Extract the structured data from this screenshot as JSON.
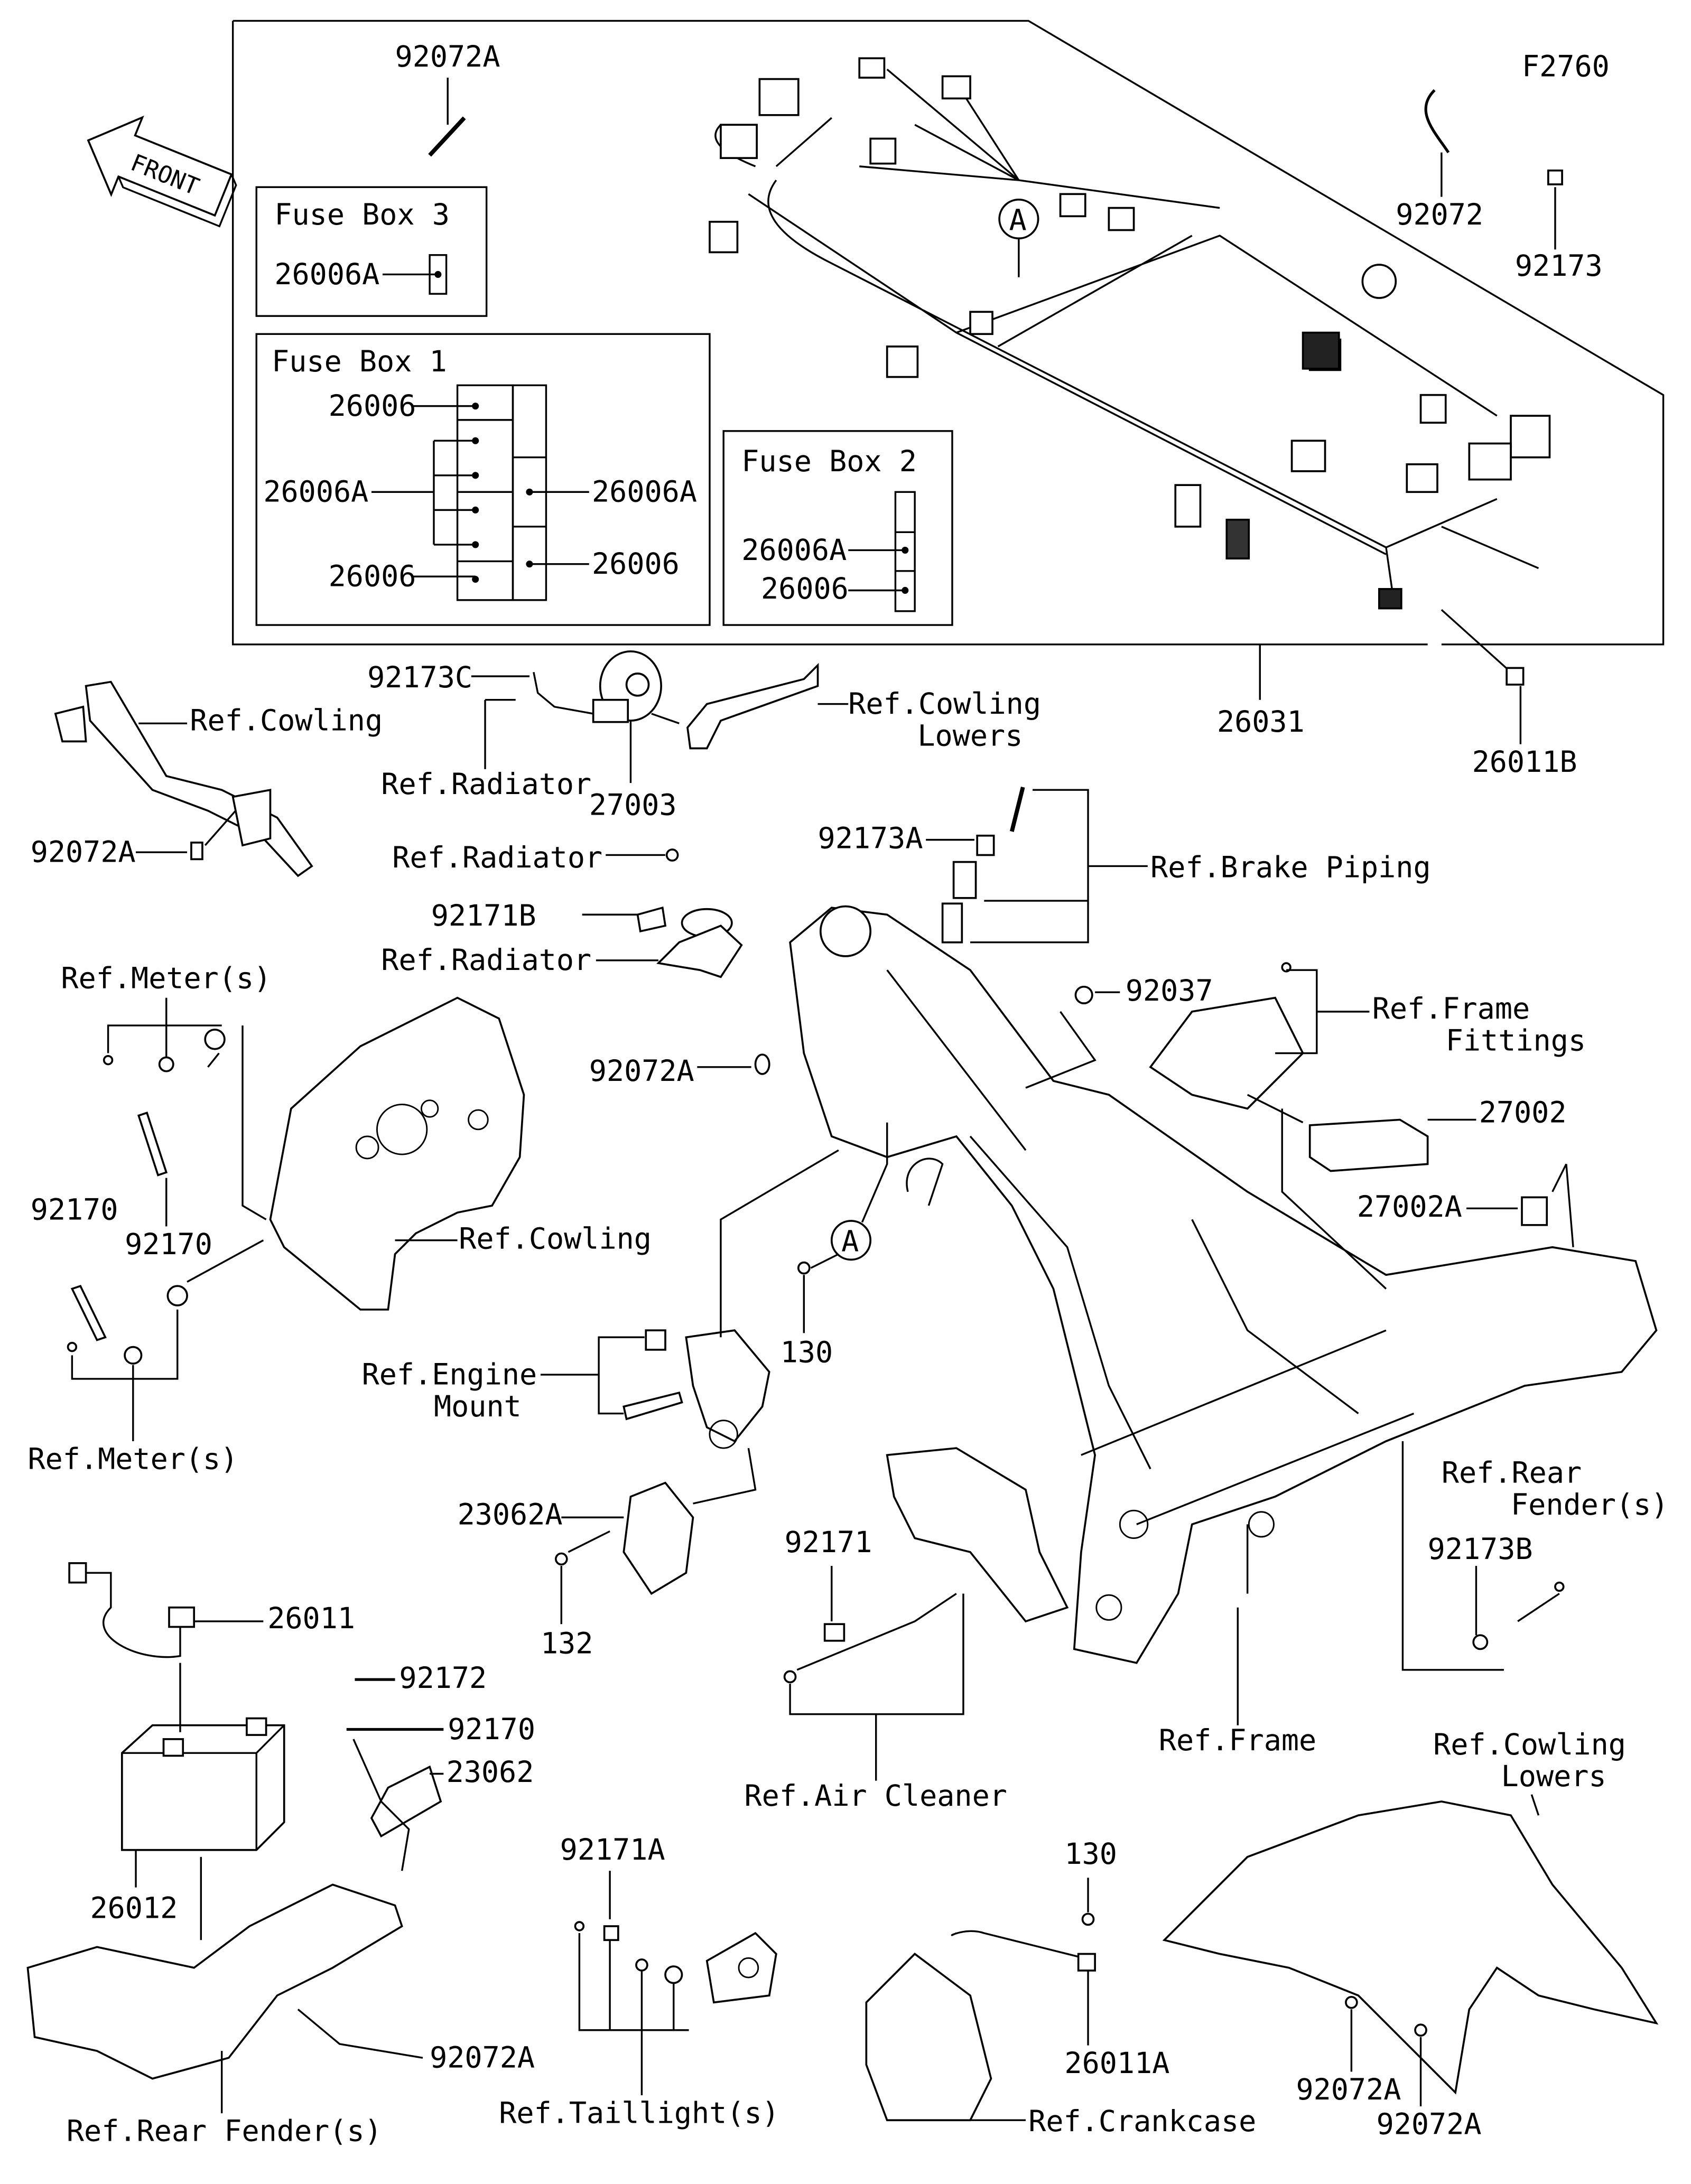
{
  "figure_code": "F2760",
  "front_arrow_label": "FRONT",
  "harness_callout": "A",
  "fuse_box_3": {
    "title": "Fuse Box 3",
    "parts": [
      "26006A"
    ]
  },
  "fuse_box_1": {
    "title": "Fuse Box 1",
    "parts_left": [
      "26006",
      "26006A",
      "26006"
    ],
    "parts_right": [
      "26006A",
      "26006"
    ]
  },
  "fuse_box_2": {
    "title": "Fuse Box 2",
    "parts": [
      "26006A",
      "26006"
    ]
  },
  "callouts": [
    "92072A",
    "92072",
    "92173",
    "26031",
    "26011B",
    "92173C",
    "Ref.Cowling",
    "Ref.Radiator",
    "27003",
    "Ref.Cowling",
    "Lowers",
    "92072A",
    "Ref.Radiator",
    "92171B",
    "Ref.Radiator",
    "92173A",
    "Ref.Brake Piping",
    "Ref.Meter(s)",
    "92037",
    "Ref.Frame",
    "Fittings",
    "92072A",
    "27002",
    "92170",
    "92170",
    "Ref.Cowling",
    "27002A",
    "A",
    "130",
    "Ref.Engine",
    "Mount",
    "Ref.Meter(s)",
    "Ref.Rear",
    "Fender(s)",
    "23062A",
    "92171",
    "92173B",
    "26011",
    "132",
    "92172",
    "92170",
    "Ref.Frame",
    "23062",
    "Ref.Cowling",
    "Lowers",
    "Ref.Air Cleaner",
    "130",
    "92171A",
    "26012",
    "92072A",
    "26011A",
    "92072A",
    "92072A",
    "Ref.Rear Fender(s)",
    "Ref.Taillight(s)",
    "Ref.Crankcase"
  ]
}
